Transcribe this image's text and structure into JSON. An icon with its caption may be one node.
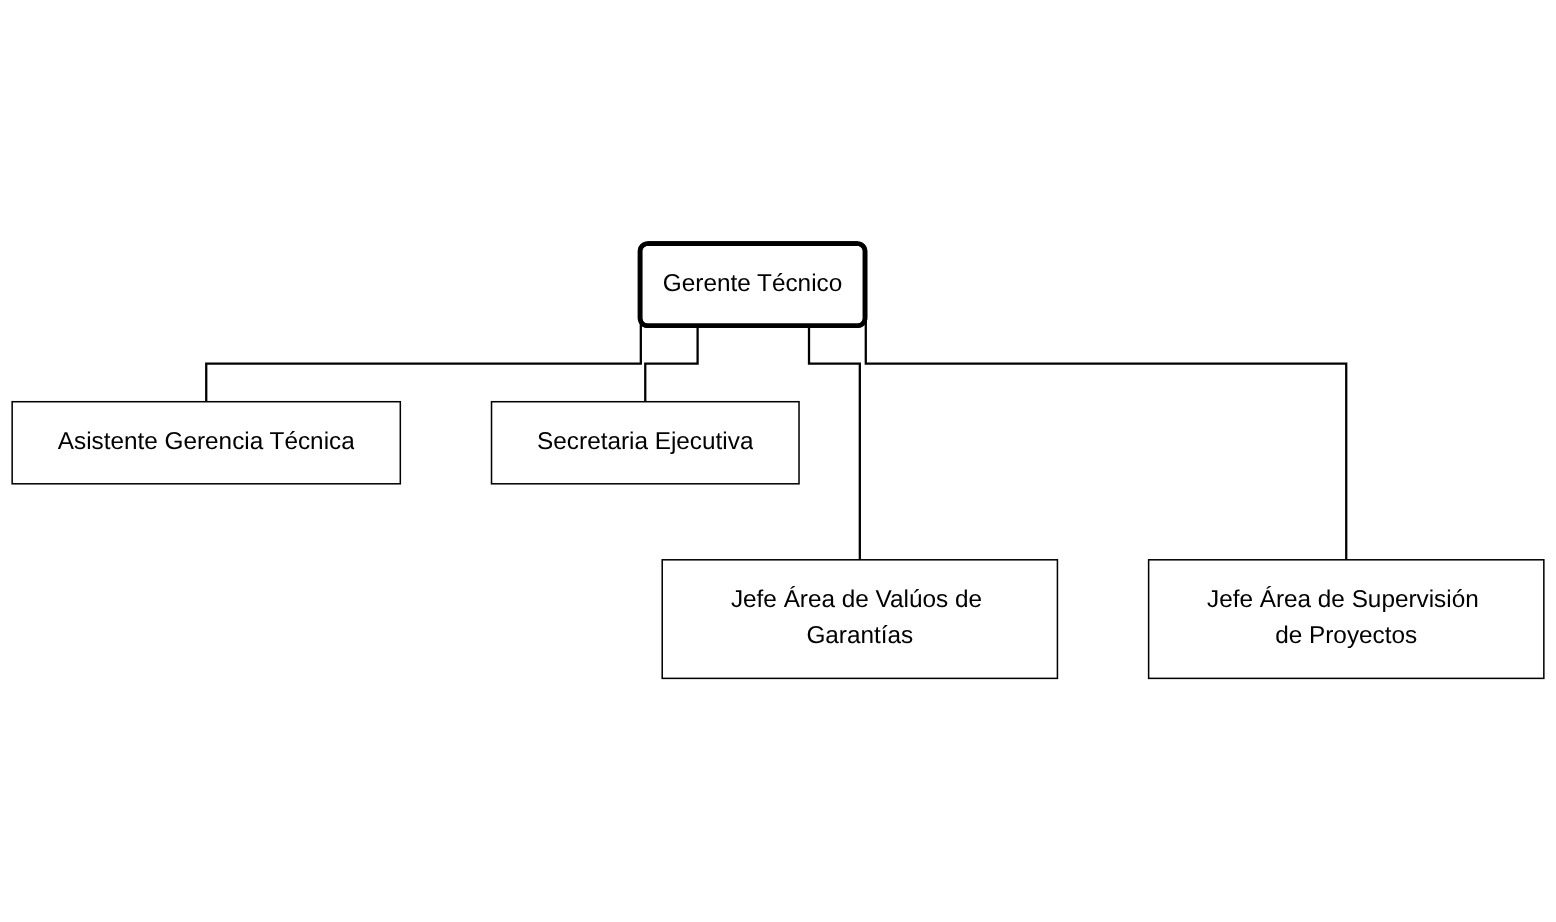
{
  "diagram": {
    "nodes": [
      {
        "text": [
          "Gerente Técnico"
        ]
      },
      {
        "text": [
          "Asistente Gerencia Técnica"
        ]
      },
      {
        "text": [
          "Secretaria Ejecutiva"
        ]
      },
      {
        "text": [
          "Jefe Área de Valúos de Garantías"
        ]
      },
      {
        "text": [
          "Jefe Área de Supervisión de Proyectos"
        ]
      }
    ],
    "edges": [
      {
        "from": 0,
        "to": 1,
        "arrow": "none"
      },
      {
        "from": 0,
        "to": 2,
        "arrow": "none"
      },
      {
        "from": 0,
        "to": 3,
        "arrow": "none"
      },
      {
        "from": 0,
        "to": 4,
        "arrow": "none"
      }
    ]
  }
}
